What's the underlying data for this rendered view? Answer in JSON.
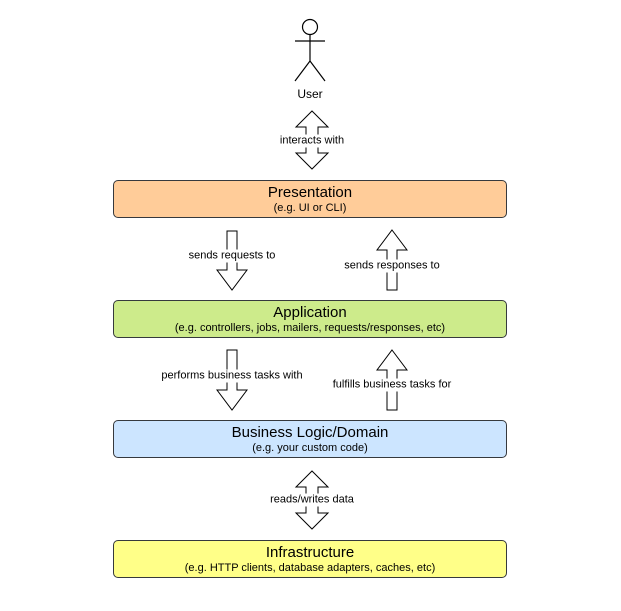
{
  "user": {
    "label": "User"
  },
  "layers": [
    {
      "title": "Presentation",
      "subtitle": "(e.g. UI or CLI)",
      "color": "#ffcc99"
    },
    {
      "title": "Application",
      "subtitle": "(e.g. controllers, jobs, mailers, requests/responses, etc)",
      "color": "#cdeb8b"
    },
    {
      "title": "Business Logic/Domain",
      "subtitle": "(e.g. your custom code)",
      "color": "#cce5ff"
    },
    {
      "title": "Infrastructure",
      "subtitle": "(e.g. HTTP clients, database adapters, caches, etc)",
      "color": "#ffff88"
    }
  ],
  "connections": {
    "user_presentation": "interacts with",
    "presentation_to_application": "sends requests to",
    "application_to_presentation": "sends responses to",
    "application_to_domain": "performs business tasks with",
    "domain_to_application": "fulfills business tasks for",
    "domain_infrastructure": "reads/writes data"
  }
}
